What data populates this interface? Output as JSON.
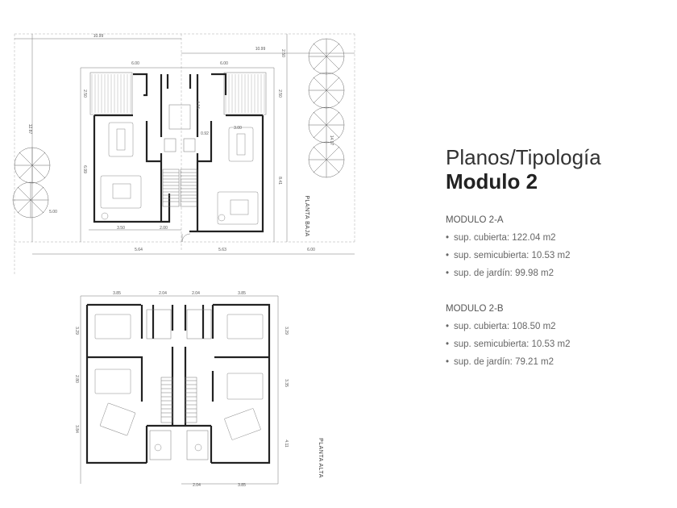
{
  "title": {
    "line1": "Planos/Tipología",
    "line2": "Modulo 2"
  },
  "modules": [
    {
      "name": "MODULO 2-A",
      "items": [
        "sup. cubierta: 122.04 m2",
        "sup. semicubierta: 10.53 m2",
        "sup. de jardín: 99.98 m2"
      ]
    },
    {
      "name": "MODULO 2-B",
      "items": [
        "sup. cubierta: 108.50 m2",
        "sup. semicubierta: 10.53 m2",
        "sup. de jardín: 79.21 m2"
      ]
    }
  ],
  "bullet_char": "•",
  "plans": {
    "ground_label": "PLANTA BAJA",
    "upper_label": "PLANTA ALTA",
    "ground_dims": {
      "top_overall": "10.99",
      "top_right": "10.99",
      "top_left_room": "6.00",
      "top_right_room": "6.00",
      "left_upper": "2.50",
      "left_height": "6.99",
      "left_overall": "12.87",
      "right_upper": "2.50",
      "right_height": "8.41",
      "right_overall": "14.17",
      "right_top": "2.50",
      "stair": "4.16",
      "hall": "0.92",
      "right_kitchen": "3.00",
      "garden_left": "5.00",
      "bottom_left_room": "3.50",
      "bottom_mid": "2.00",
      "bottom_left": "5.64",
      "bottom_right": "5.63",
      "bottom_far_right": "6.00"
    },
    "upper_dims": {
      "top_a": "3.85",
      "top_b": "2.04",
      "top_c": "2.04",
      "top_d": "3.85",
      "left_1": "3.29",
      "left_2": "2.80",
      "left_3": "3.84",
      "right_1": "3.29",
      "right_2": "3.35",
      "right_3": "4.11",
      "bottom_a": "2.04",
      "bottom_b": "3.85"
    }
  }
}
